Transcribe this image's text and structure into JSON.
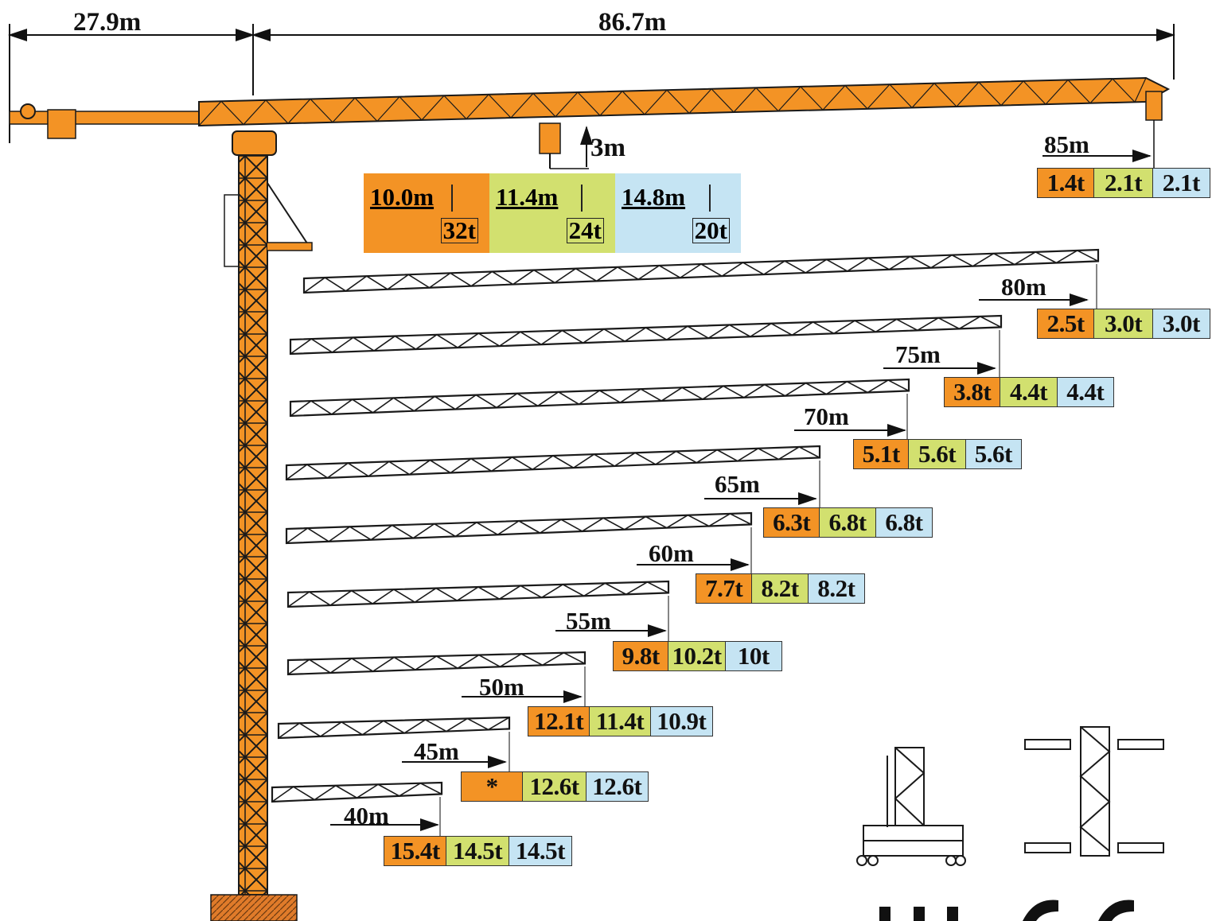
{
  "dimensions": {
    "counter_jib": "27.9m",
    "jib": "86.7m",
    "hook_height": "3m"
  },
  "legend": [
    {
      "radius": "10.0m",
      "load": "32t",
      "color": "#f39325"
    },
    {
      "radius": "11.4m",
      "load": "24t",
      "color": "#d2e06f"
    },
    {
      "radius": "14.8m",
      "load": "20t",
      "color": "#c5e4f3"
    }
  ],
  "configs": [
    {
      "radius": "85m",
      "loads": [
        "1.4t",
        "2.1t",
        "2.1t"
      ]
    },
    {
      "radius": "80m",
      "loads": [
        "2.5t",
        "3.0t",
        "3.0t"
      ]
    },
    {
      "radius": "75m",
      "loads": [
        "3.8t",
        "4.4t",
        "4.4t"
      ]
    },
    {
      "radius": "70m",
      "loads": [
        "5.1t",
        "5.6t",
        "5.6t"
      ]
    },
    {
      "radius": "65m",
      "loads": [
        "6.3t",
        "6.8t",
        "6.8t"
      ]
    },
    {
      "radius": "60m",
      "loads": [
        "7.7t",
        "8.2t",
        "8.2t"
      ]
    },
    {
      "radius": "55m",
      "loads": [
        "9.8t",
        "10.2t",
        "10t"
      ]
    },
    {
      "radius": "50m",
      "loads": [
        "12.1t",
        "11.4t",
        "10.9t"
      ]
    },
    {
      "radius": "45m",
      "loads": [
        "*",
        "12.6t",
        "12.6t"
      ]
    },
    {
      "radius": "40m",
      "loads": [
        "15.4t",
        "14.5t",
        "14.5t"
      ]
    }
  ],
  "colors": {
    "crane": "#f39325",
    "outline": "#1a1a1a",
    "base": "#e07b2a"
  }
}
